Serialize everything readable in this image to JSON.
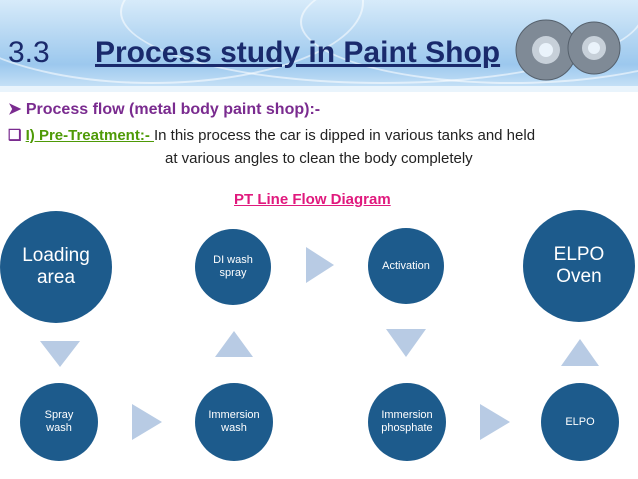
{
  "header": {
    "number": "3.3",
    "title": "Process study in Paint Shop"
  },
  "bullets": {
    "line1": "Process flow (metal body paint shop):-",
    "pt_label": "I) Pre-Treatment:- ",
    "pt_text": "In this process the car is dipped in various tanks and held",
    "pt_text2": "at various angles to clean the body completely"
  },
  "diagram": {
    "title": "PT Line Flow Diagram",
    "nodes": {
      "loading": "Loading area",
      "di_wash": "DI wash spray",
      "activation": "Activation",
      "elpo_oven": "ELPO Oven",
      "spray_wash": "Spray wash",
      "immersion_wash": "Immersion wash",
      "immersion_phosphate": "Immersion phosphate",
      "elpo": "ELPO"
    }
  },
  "colors": {
    "node": "#1d5b8c",
    "arrow": "#b8cbe4",
    "title": "#1a2a6c",
    "diagram_title": "#e0197d",
    "bullet": "#7a2b8f",
    "pt_label": "#4e9a06"
  }
}
